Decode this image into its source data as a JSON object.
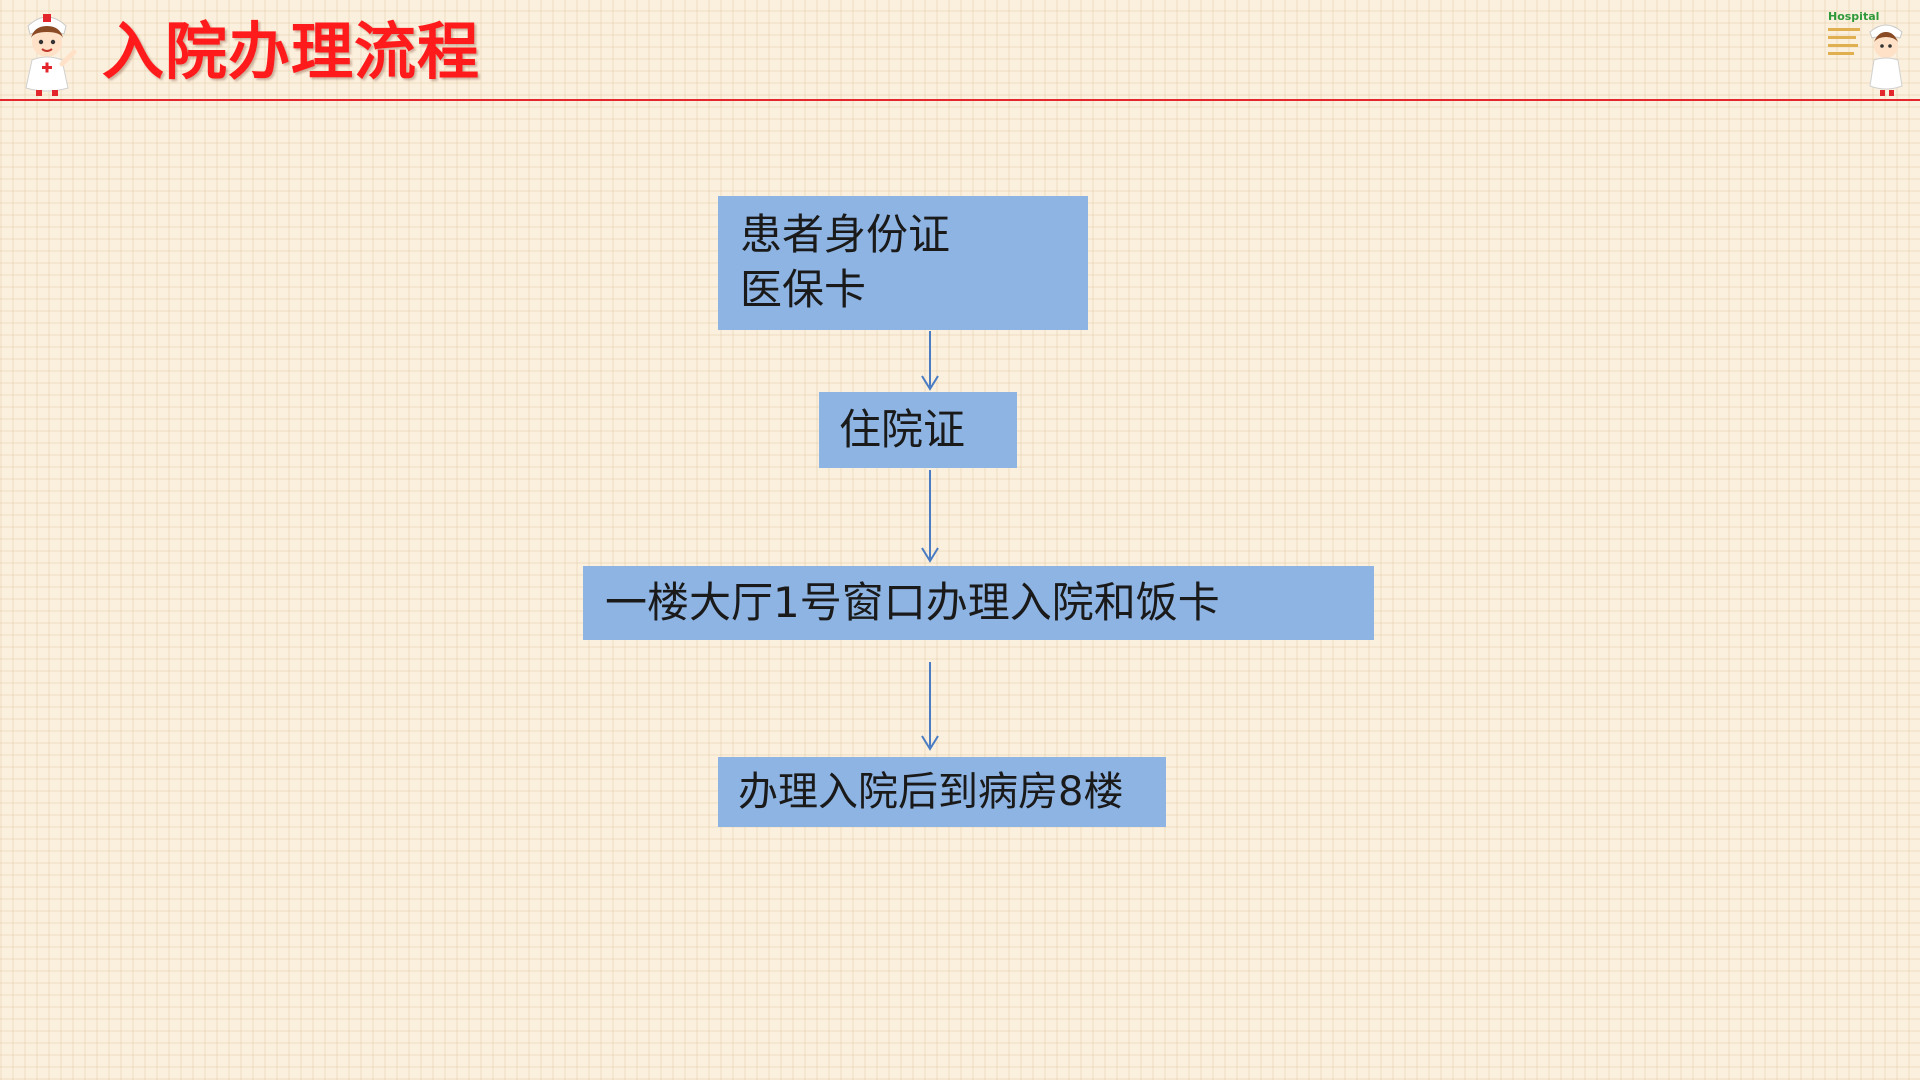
{
  "slide": {
    "title": "入院办理流程"
  },
  "colors": {
    "background": "#fbf0dd",
    "title": "#ff1b1b",
    "rule": "#e3262c",
    "box_fill": "#8eb4e3",
    "arrow": "#4a7cc4"
  },
  "logo": {
    "text": "Hospital"
  },
  "flow": {
    "steps": [
      {
        "lines": [
          "患者身份证",
          "医保卡"
        ]
      },
      {
        "lines": [
          "住院证"
        ]
      },
      {
        "lines": [
          "一楼大厅1号窗口办理入院和饭卡"
        ]
      },
      {
        "lines": [
          "办理入院后到病房8楼"
        ]
      }
    ]
  }
}
